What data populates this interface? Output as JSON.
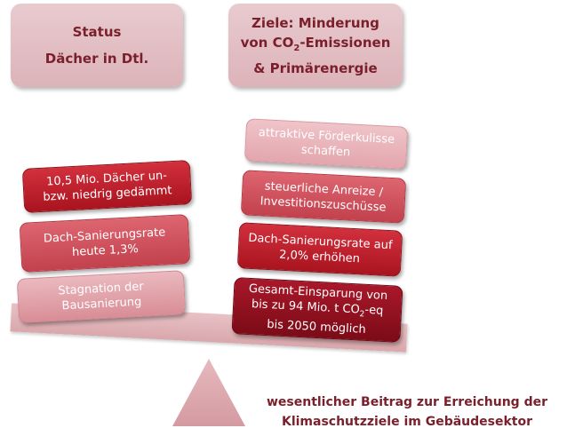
{
  "status_box": {
    "line1": "Status",
    "line2": "Dächer in Dtl."
  },
  "goals_box": {
    "line1": "Ziele: Minderung",
    "line2_pre": "von CO",
    "line2_sub": "2",
    "line2_post": "-Emissionen",
    "line3": "& Primärenergie"
  },
  "left_items": [
    {
      "line1": "10,5 Mio. Dächer un-",
      "line2": "bzw. niedrig gedämmt"
    },
    {
      "line1": "Dach-Sanierungsrate",
      "line2": "heute 1,3%"
    },
    {
      "line1": "Stagnation der",
      "line2": "Bausanierung"
    }
  ],
  "right_items": [
    {
      "line1": "attraktive Förderkulisse",
      "line2": "schaffen"
    },
    {
      "line1": "steuerliche Anreize /",
      "line2": "Investitionszuschüsse"
    },
    {
      "line1": "Dach-Sanierungsrate auf",
      "line2": "2,0% erhöhen"
    },
    {
      "line1": "Gesamt-Einsparung von",
      "line2_pre": "bis zu 94 Mio. t CO",
      "line2_sub": "2",
      "line2_post": "-eq",
      "line3": "bis 2050 möglich"
    }
  ],
  "summary": {
    "line1": "wesentlicher Beitrag zur Erreichung der",
    "line2": "Klimaschutzziele im Gebäudesektor"
  },
  "colors": {
    "header_text": "#7a1f2b",
    "header_bg": "#dcb3b9",
    "box_dark": "#b81a27",
    "box_darkest": "#8f0f1d",
    "box_medium": "#cf4f5b",
    "box_light": "#e2a3aa",
    "beam": "#dfb2b7"
  }
}
